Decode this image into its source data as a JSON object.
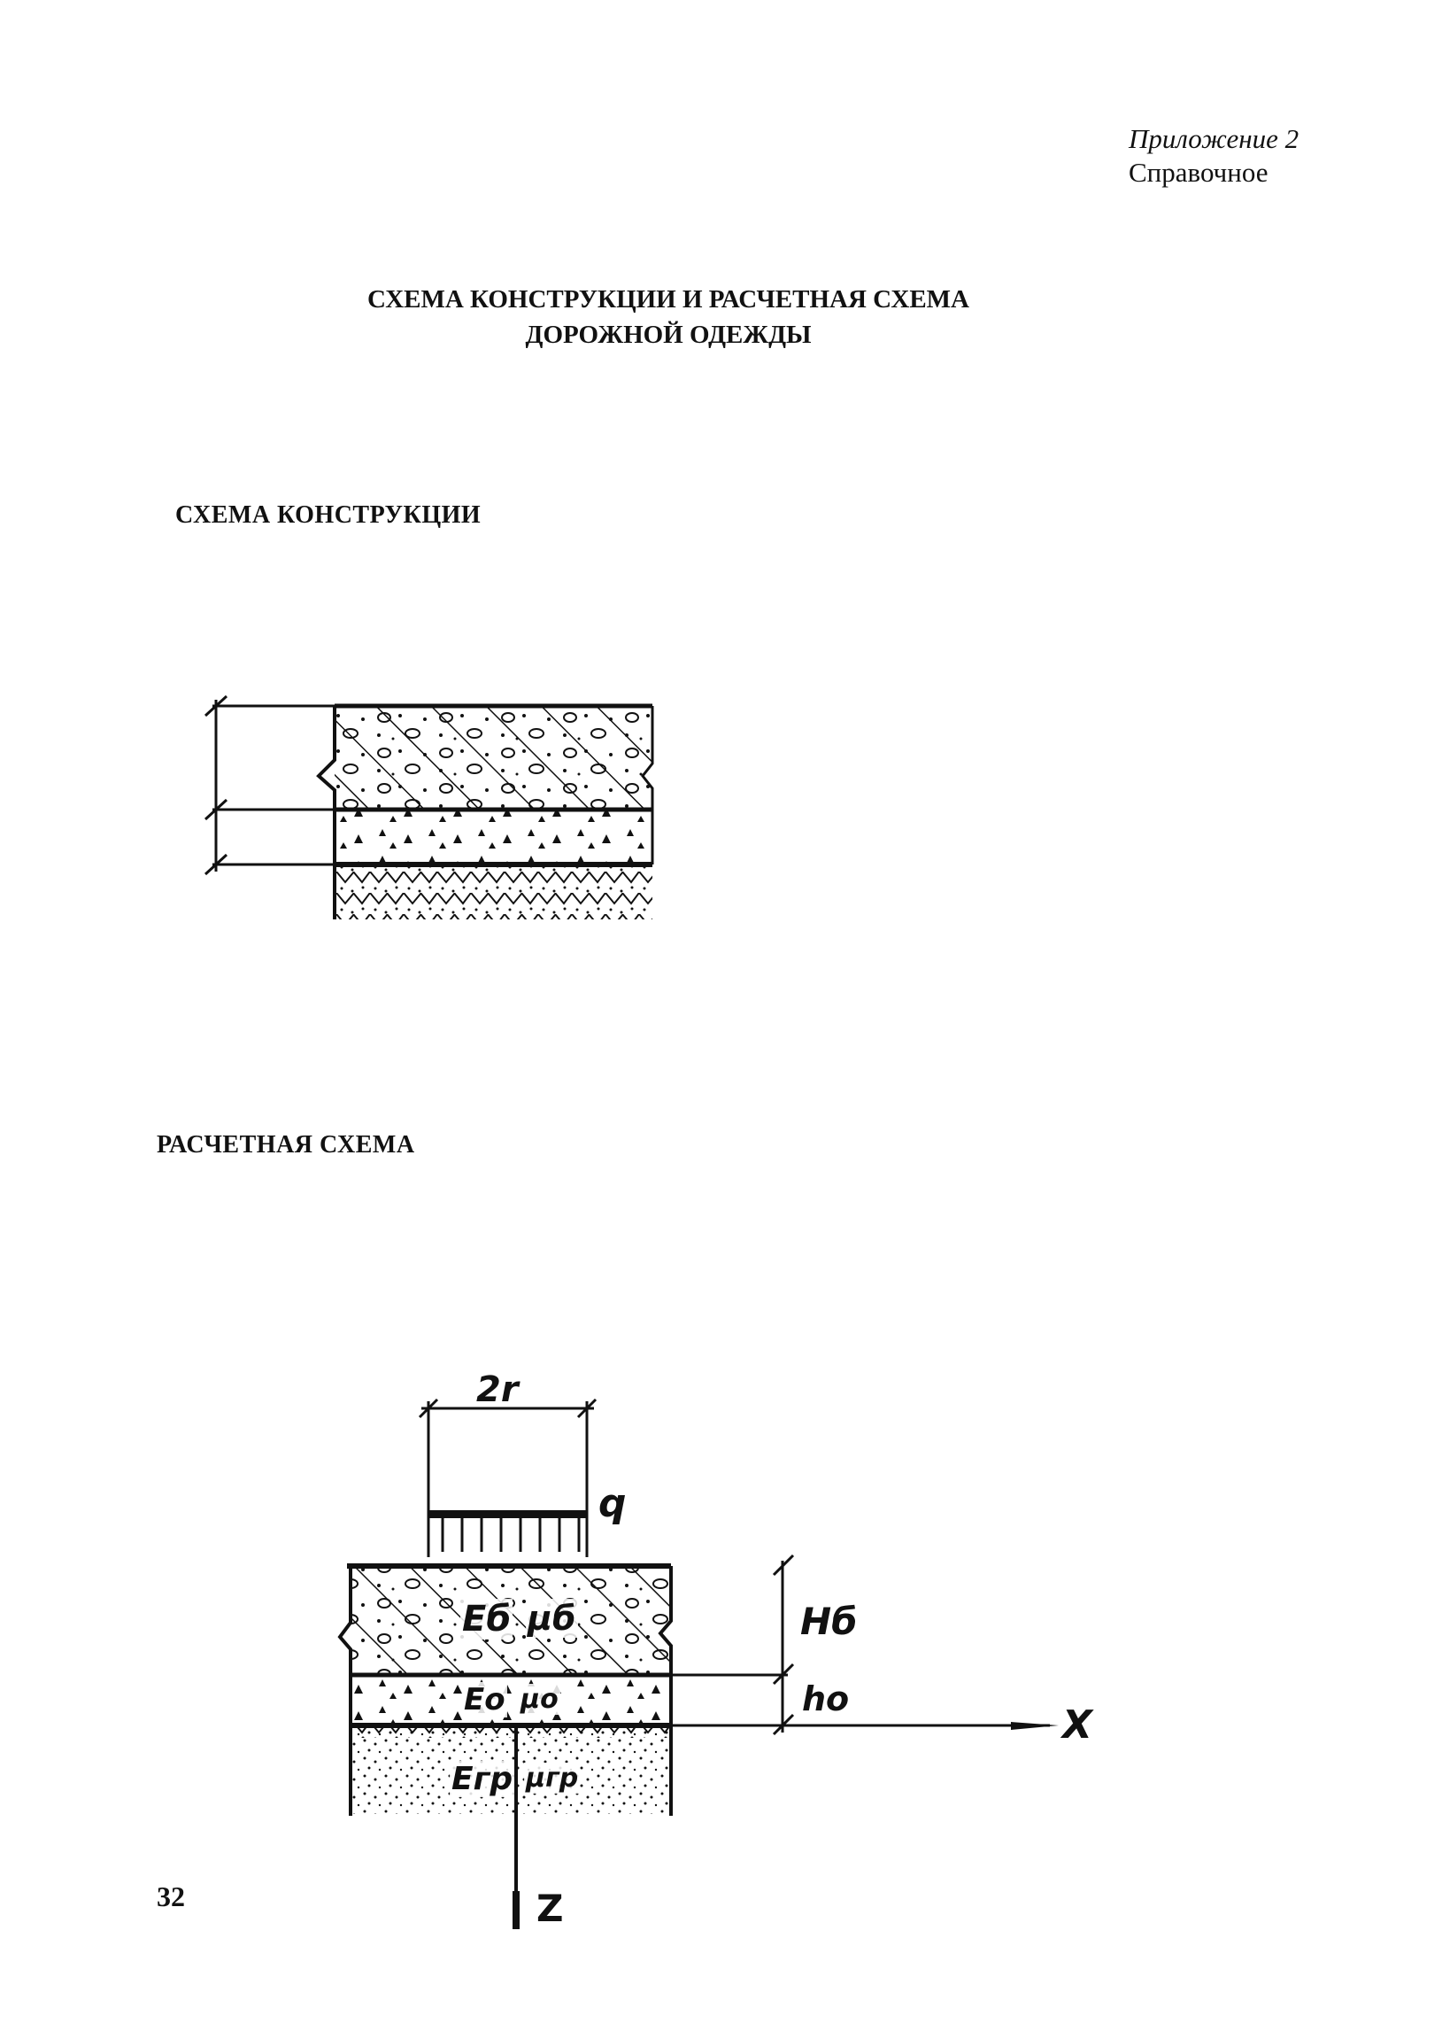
{
  "header": {
    "appendix": "Приложение 2",
    "appendix_type": "Справочное"
  },
  "title": {
    "line1": "СХЕМА КОНСТРУКЦИИ И РАСЧЕТНАЯ СХЕМА",
    "line2": "ДОРОЖНОЙ ОДЕЖДЫ"
  },
  "sections": {
    "construction": "СХЕМА КОНСТРУКЦИИ",
    "calculation": "РАСЧЕТНАЯ СХЕМА"
  },
  "calc_labels": {
    "load_width": "2r",
    "load": "q",
    "slab_thickness": "Hб",
    "base_thickness": "hо",
    "slab_modulus": "Eб",
    "slab_poisson": "μб",
    "base_modulus": "Eо",
    "base_poisson": "μо",
    "soil_modulus": "Eгр",
    "soil_poisson": "μгр",
    "axis_x": "X",
    "axis_z": "Z"
  },
  "page": {
    "number": "32"
  }
}
